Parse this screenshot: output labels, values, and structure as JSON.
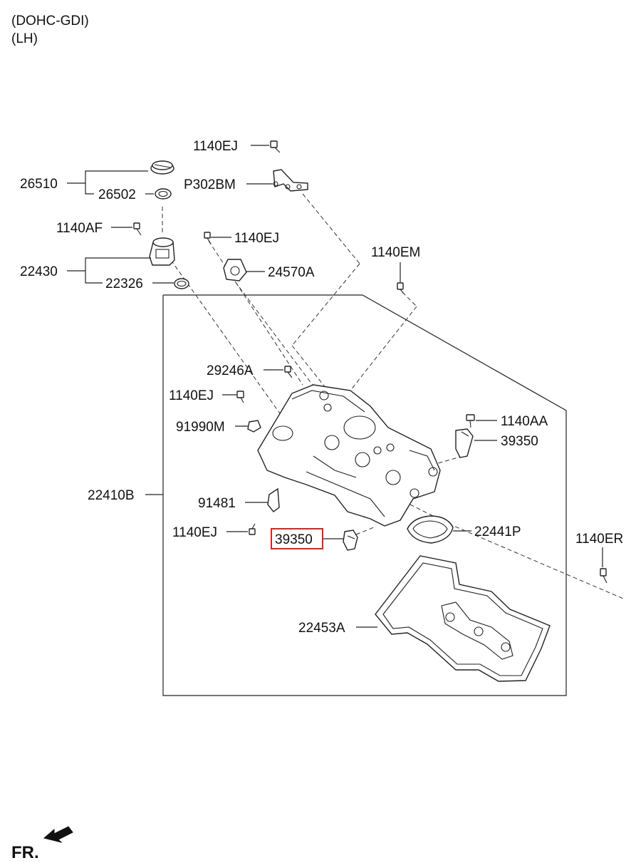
{
  "header": {
    "line1": "(DOHC-GDI)",
    "line2": "(LH)"
  },
  "labels": {
    "p1140ej_top": "1140EJ",
    "p26510": "26510",
    "p302bm": "P302BM",
    "p26502": "26502",
    "p1140af": "1140AF",
    "p1140ej_mid": "1140EJ",
    "p1140em": "1140EM",
    "p22430": "22430",
    "p24570a": "24570A",
    "p22326": "22326",
    "p29246a": "29246A",
    "p1140ej_left": "1140EJ",
    "p1140aa": "1140AA",
    "p91990m": "91990M",
    "p39350_right": "39350",
    "p22410b": "22410B",
    "p91481": "91481",
    "p1140ej_low": "1140EJ",
    "p39350_highlight": "39350",
    "p22441p": "22441P",
    "p1140er": "1140ER",
    "p22453a": "22453A"
  },
  "footer": {
    "fr_label": "FR."
  },
  "highlight_color": "#e0201e"
}
